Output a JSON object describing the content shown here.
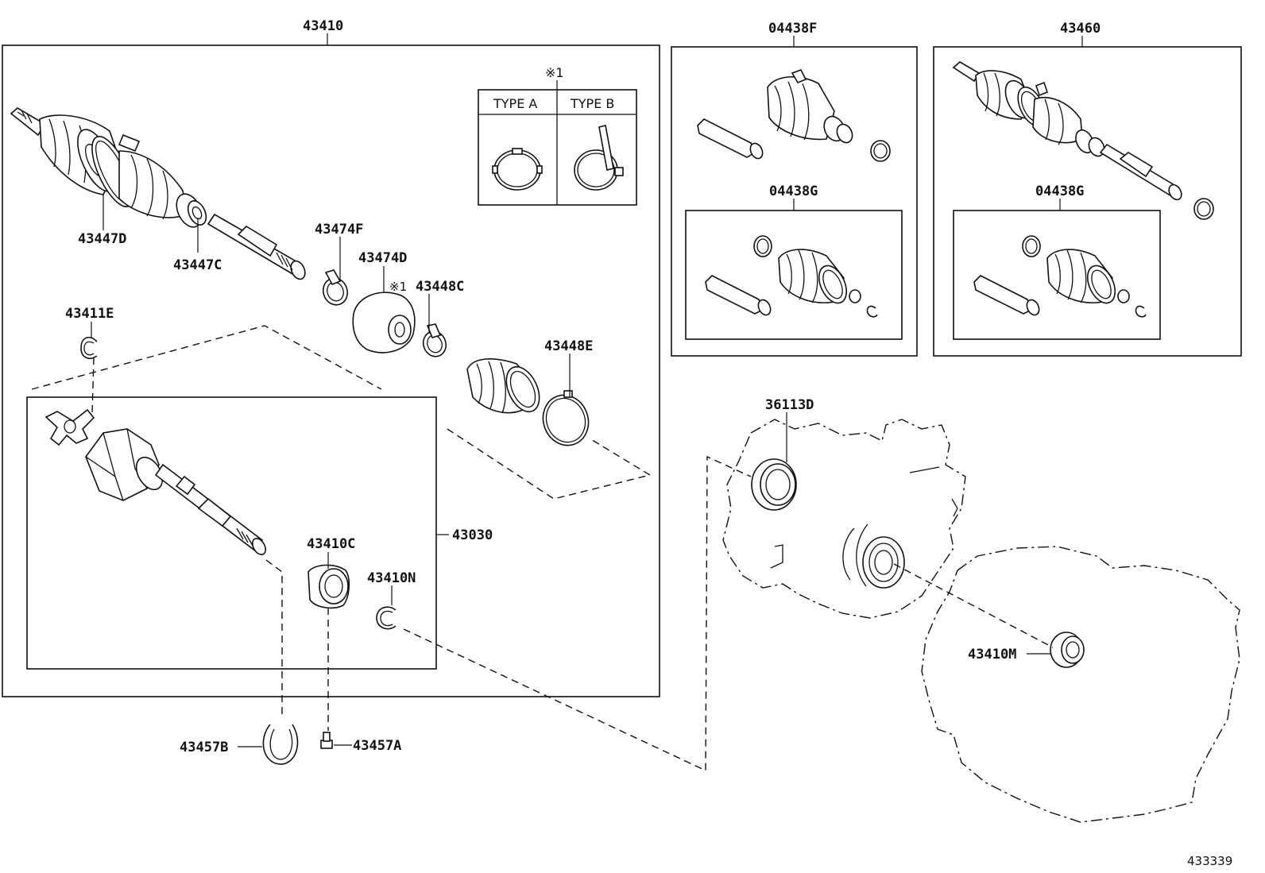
{
  "figure_number": "433339",
  "type_legend": {
    "marker": "※1",
    "type_a": "TYPE A",
    "type_b": "TYPE B"
  },
  "group_labels": {
    "main_assembly": "43410",
    "boot_kit_top": "04438F",
    "boot_kit_left": "04438G",
    "shaft_assembly_right": "43460",
    "boot_kit_right": "04438G",
    "inner_joint_assembly": "43030"
  },
  "parts": [
    {
      "key": "p43447D",
      "label": "43447D"
    },
    {
      "key": "p43447C",
      "label": "43447C"
    },
    {
      "key": "p43474F",
      "label": "43474F"
    },
    {
      "key": "p43474D",
      "label": "43474D"
    },
    {
      "key": "p43448C",
      "label": "43448C",
      "marker": "※1"
    },
    {
      "key": "p43448E",
      "label": "43448E"
    },
    {
      "key": "p43411E",
      "label": "43411E"
    },
    {
      "key": "p43410C",
      "label": "43410C"
    },
    {
      "key": "p43410N",
      "label": "43410N"
    },
    {
      "key": "p43457B",
      "label": "43457B"
    },
    {
      "key": "p43457A",
      "label": "43457A"
    },
    {
      "key": "p36113D",
      "label": "36113D"
    },
    {
      "key": "p43410M",
      "label": "43410M"
    }
  ]
}
